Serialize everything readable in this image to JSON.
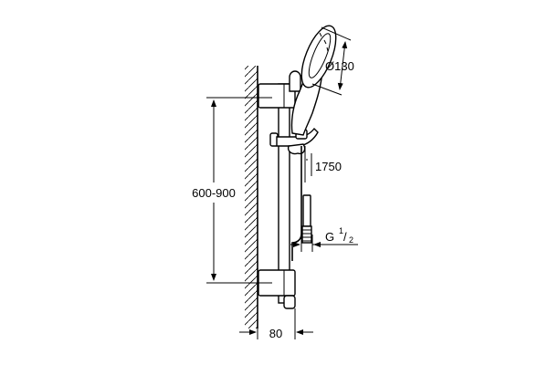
{
  "dimensions": {
    "spray_diameter": "Ø130",
    "hose_length": "1750",
    "rail_height": "600-900",
    "connection_prefix": "G",
    "connection_num": "1",
    "connection_den": "2",
    "wall_distance": "80"
  }
}
